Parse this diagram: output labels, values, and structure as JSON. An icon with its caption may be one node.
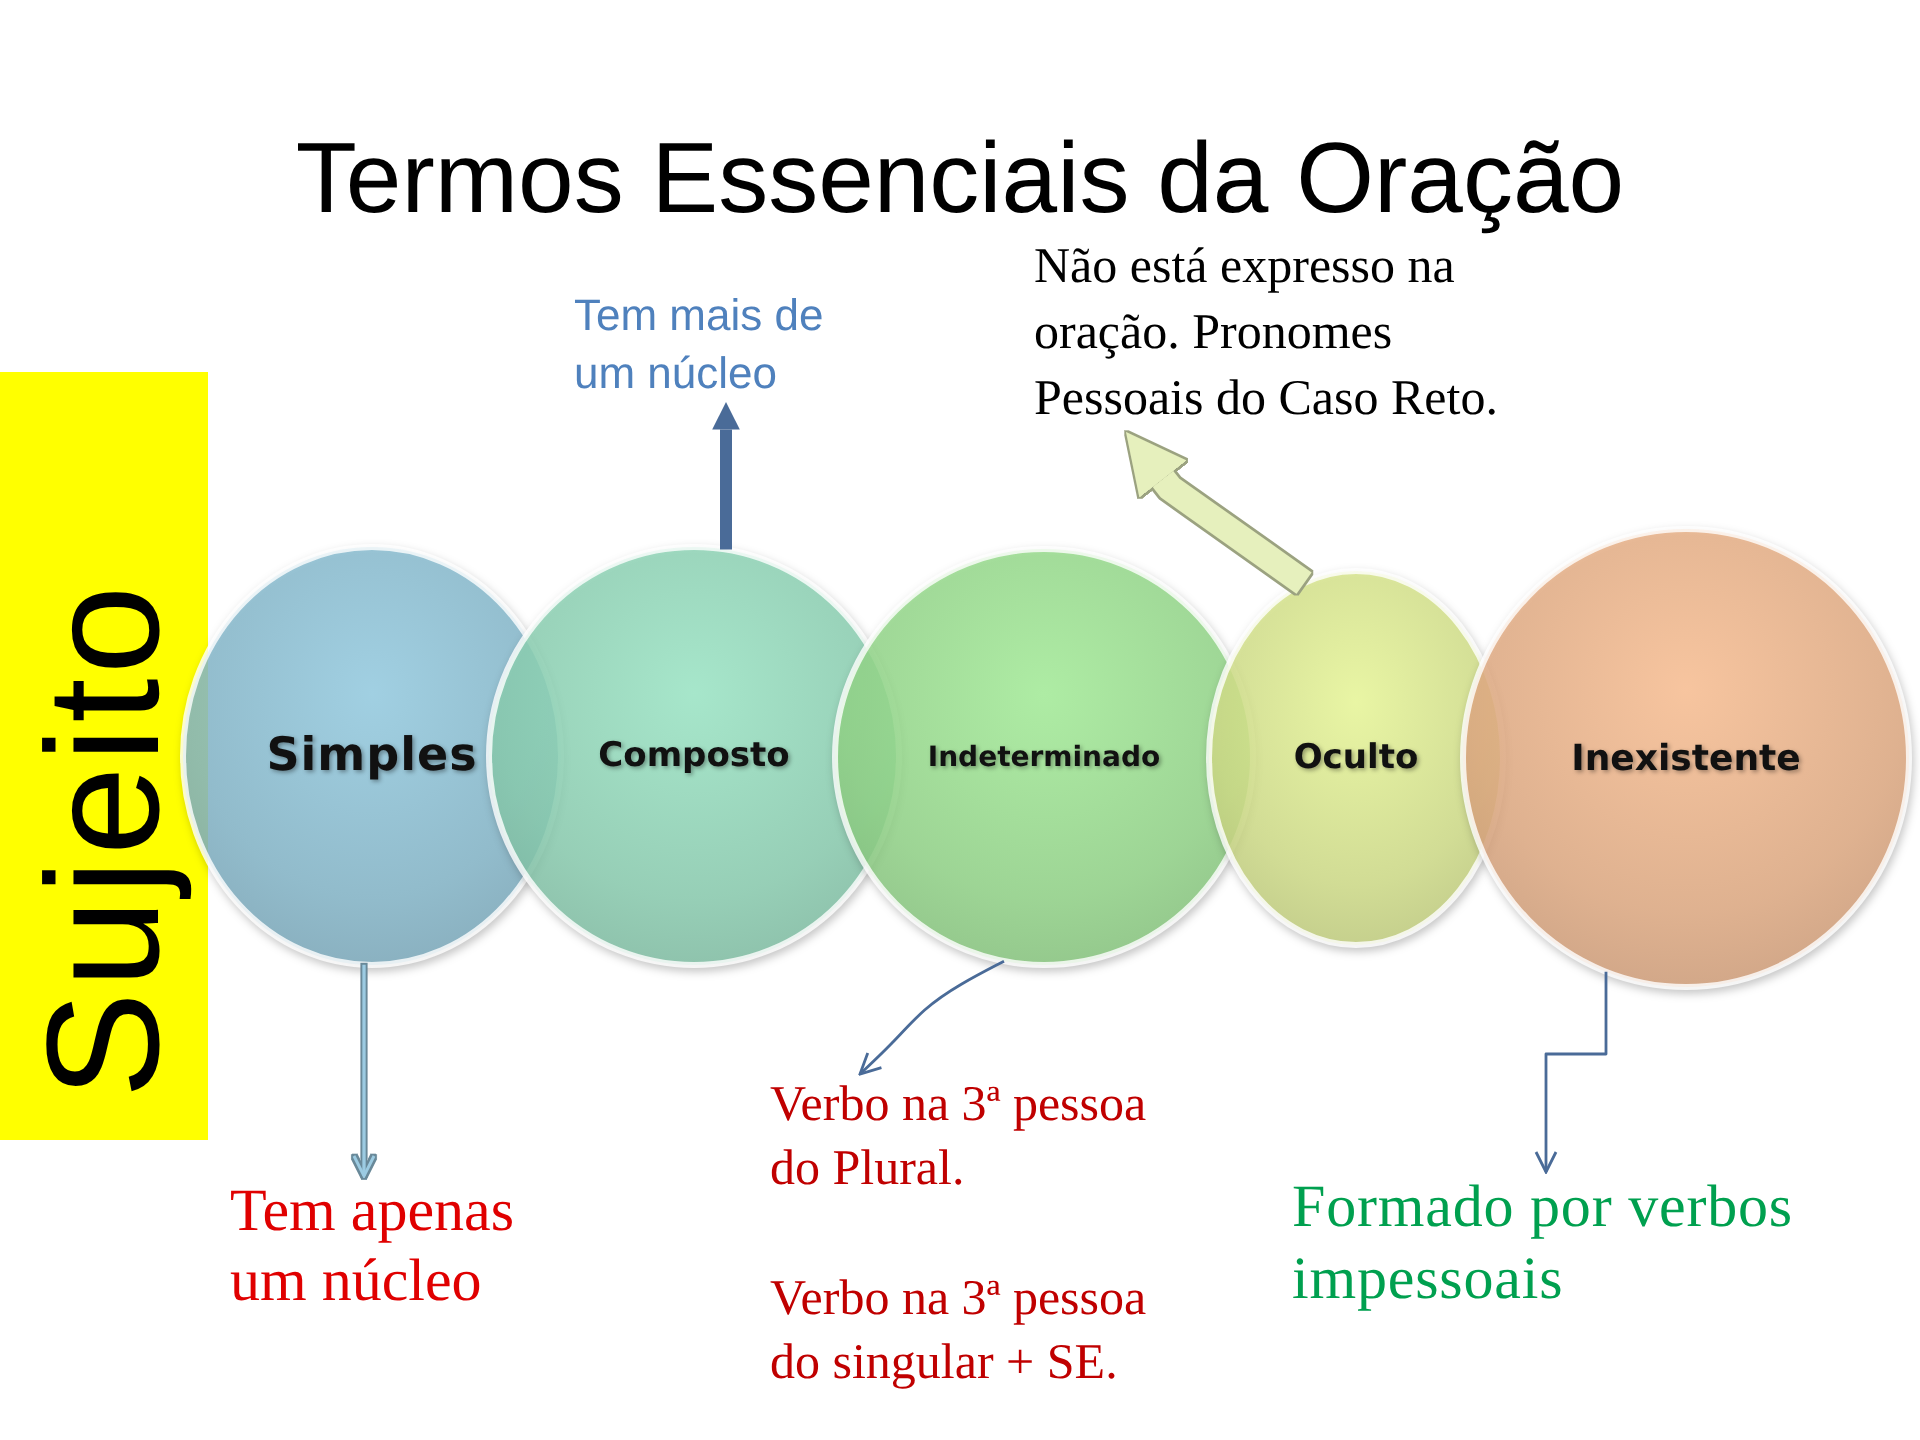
{
  "diagram": {
    "title": "Termos Essenciais da Oração",
    "nodes": [
      {
        "text": [
          "Sujeito"
        ]
      },
      {
        "text": [
          "Simples"
        ]
      },
      {
        "text": [
          "Composto"
        ]
      },
      {
        "text": [
          "Indeterminado"
        ]
      },
      {
        "text": [
          "Oculto"
        ]
      },
      {
        "text": [
          "Inexistente"
        ]
      },
      {
        "text": [
          "Tem mais de um núcleo"
        ]
      },
      {
        "text": [
          "Não está expresso na oração. Pronomes Pessoais do Caso Reto."
        ]
      },
      {
        "text": [
          "Tem apenas um núcleo"
        ]
      },
      {
        "text": [
          "Verbo na 3ª pessoa do Plural.",
          "Verbo na 3ª pessoa do singular + SE."
        ]
      },
      {
        "text": [
          "Formado por verbos impessoais"
        ]
      }
    ],
    "edges": [
      {
        "from": 2,
        "to": 6,
        "arrow": "to",
        "style": "thick"
      },
      {
        "from": 4,
        "to": 7,
        "arrow": "to",
        "style": "thick",
        "color": "#e6f0bd"
      },
      {
        "from": 1,
        "to": 8,
        "arrow": "to",
        "color": "#9ccbe2"
      },
      {
        "from": 3,
        "to": 9,
        "arrow": "to"
      },
      {
        "from": 5,
        "to": 10,
        "arrow": "to"
      }
    ]
  }
}
